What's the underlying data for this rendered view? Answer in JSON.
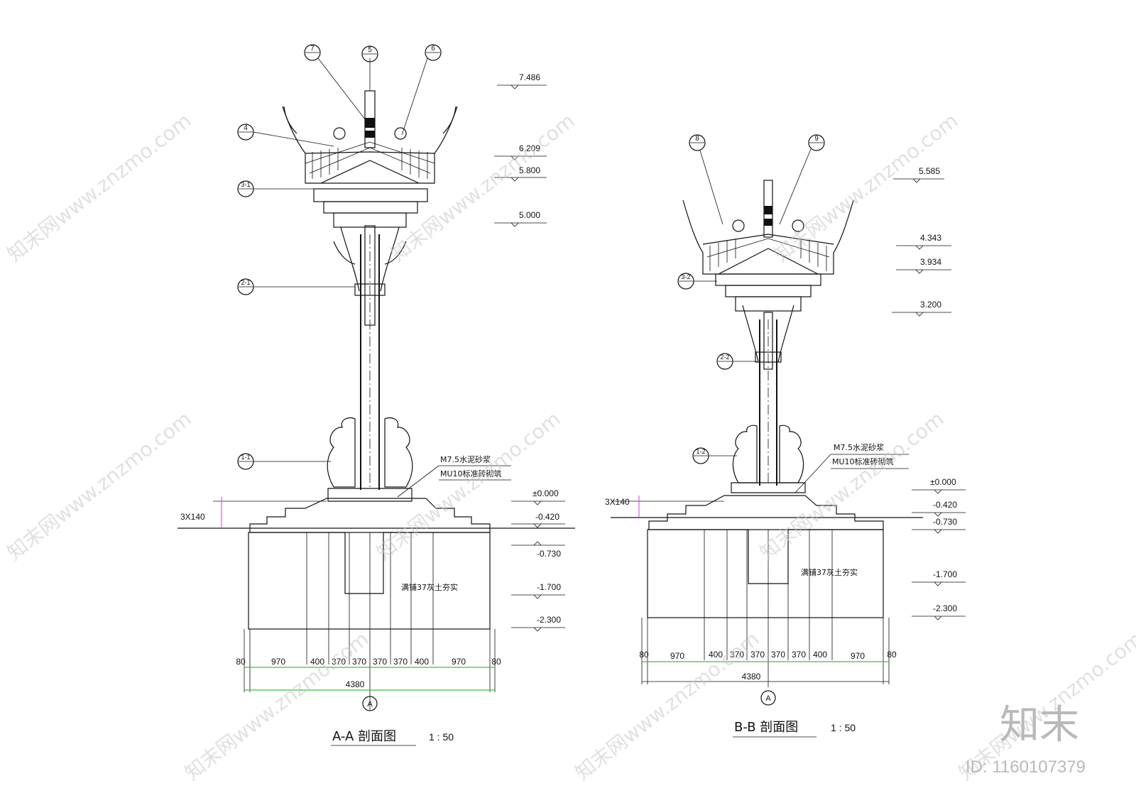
{
  "section_a": {
    "title": "A-A 剖面图",
    "scale": "1 : 50",
    "callouts": [
      "7",
      "5",
      "6",
      "4",
      "3-1",
      "2-1",
      "1-1"
    ],
    "elevations": [
      "7.486",
      "6.209",
      "5.800",
      "5.000",
      "±0.000",
      "-0.420",
      "-0.730",
      "-1.700",
      "-2.300"
    ],
    "notes": [
      "M7.5水泥砂浆",
      "MU10标准砖砌筑"
    ],
    "fill_note": "满铺37灰土夯实",
    "step_note": "3X140",
    "dimensions": [
      "80",
      "970",
      "400",
      "370",
      "370",
      "370",
      "370",
      "400",
      "970",
      "80"
    ],
    "total": "4380",
    "axis": "A"
  },
  "section_b": {
    "title": "B-B 剖面图",
    "scale": "1 : 50",
    "callouts": [
      "8",
      "9",
      "3-2",
      "2-2",
      "1-2"
    ],
    "elevations": [
      "5.585",
      "4.343",
      "3.934",
      "3.200",
      "±0.000",
      "-0.420",
      "-0.730",
      "-1.700",
      "-2.300"
    ],
    "notes": [
      "M7.5水泥砂浆",
      "MU10标准砖砌筑"
    ],
    "fill_note": "满铺37灰土夯实",
    "step_note": "3X140",
    "dimensions": [
      "80",
      "970",
      "400",
      "370",
      "370",
      "370",
      "370",
      "400",
      "970",
      "80"
    ],
    "total": "4380",
    "axis": "A"
  },
  "watermark": {
    "site": "知末网www.znzmo.com",
    "logo": "知末",
    "id": "ID: 1160107379"
  }
}
